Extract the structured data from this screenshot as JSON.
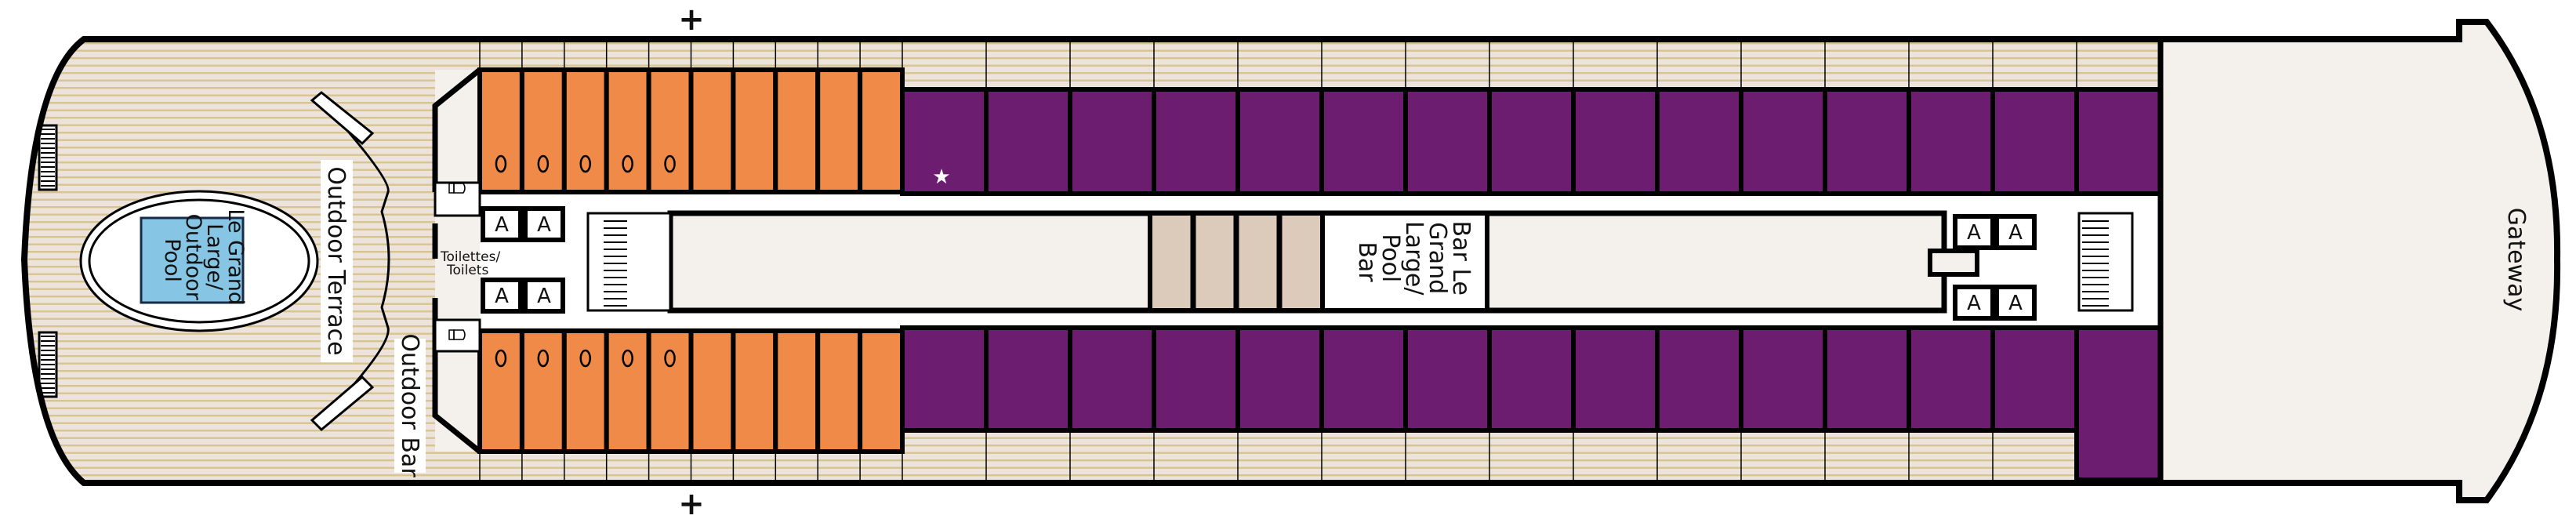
{
  "deck_plan": {
    "colors": {
      "cabin_orange": "#ef8a48",
      "cabin_purple": "#6c1d70",
      "pool_blue": "#86c6e4",
      "deck_wood": "#ece4dc",
      "deck_stripe": "#d8c48e",
      "stairs_beige": "#dccabb",
      "interior": "#f4f1ec"
    },
    "labels": {
      "pool": [
        "Le Grand",
        "Large/",
        "Outdoor",
        "Pool"
      ],
      "outdoor_terrace": "Outdoor Terrace",
      "outdoor_bar": "Outdoor Bar",
      "toilets": [
        "Toilettes/",
        "Toilets"
      ],
      "pool_bar": [
        "Bar Le",
        "Grand",
        "Large/",
        "Pool",
        "Bar"
      ],
      "gateway": "Gateway",
      "lift": "A",
      "defibrillator_marker": "+"
    },
    "icons": [
      "toilet-icon",
      "star-icon",
      "porthole-icon",
      "elevator-icon",
      "stairs-icon",
      "plus-marker-icon"
    ],
    "orange_cabins_per_side": 10,
    "purple_cabins_per_side": 15
  }
}
